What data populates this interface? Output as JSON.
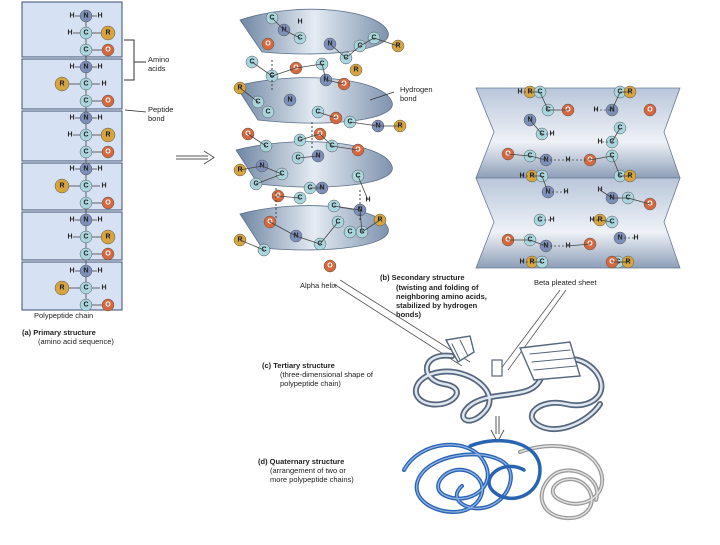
{
  "primary": {
    "label_amino_acids": [
      "Amino",
      "acids"
    ],
    "label_peptide_bond": [
      "Peptide",
      "bond"
    ],
    "label_chain": "Polypeptide chain",
    "caption_title": "(a) Primary structure",
    "caption_sub": "(amino acid sequence)"
  },
  "secondary": {
    "alpha_label": "Alpha helix",
    "hbond_label": [
      "Hydrogen",
      "bond"
    ],
    "beta_label": "Beta pleated sheet",
    "caption_title": "(b) Secondary structure",
    "caption_lines": [
      "(twisting and folding of",
      "neighboring amino acids,",
      "stabilized by hydrogen",
      "bonds)"
    ]
  },
  "tertiary": {
    "caption_title": "(c) Tertiary structure",
    "caption_lines": [
      "(three-dimensional shape of",
      "polypeptide chain)"
    ]
  },
  "quaternary": {
    "caption_title": "(d) Quaternary structure",
    "caption_lines": [
      "(arrangement of two or",
      "more polypeptide chains)"
    ]
  },
  "atoms": {
    "nitrogen": "N",
    "carbon": "C",
    "oxygen": "O",
    "hydrogen": "H",
    "r_group": "R"
  },
  "colors": {
    "primary_box": "#d6e1f3",
    "nitrogen": "#7d8fb8",
    "carbon": "#a9d6de",
    "oxygen": "#d5683e",
    "r_group": "#d6a540",
    "ribbon": "#a7b8cc",
    "chain_blue": "#2a63b2",
    "chain_gray": "#9a9a9a"
  }
}
